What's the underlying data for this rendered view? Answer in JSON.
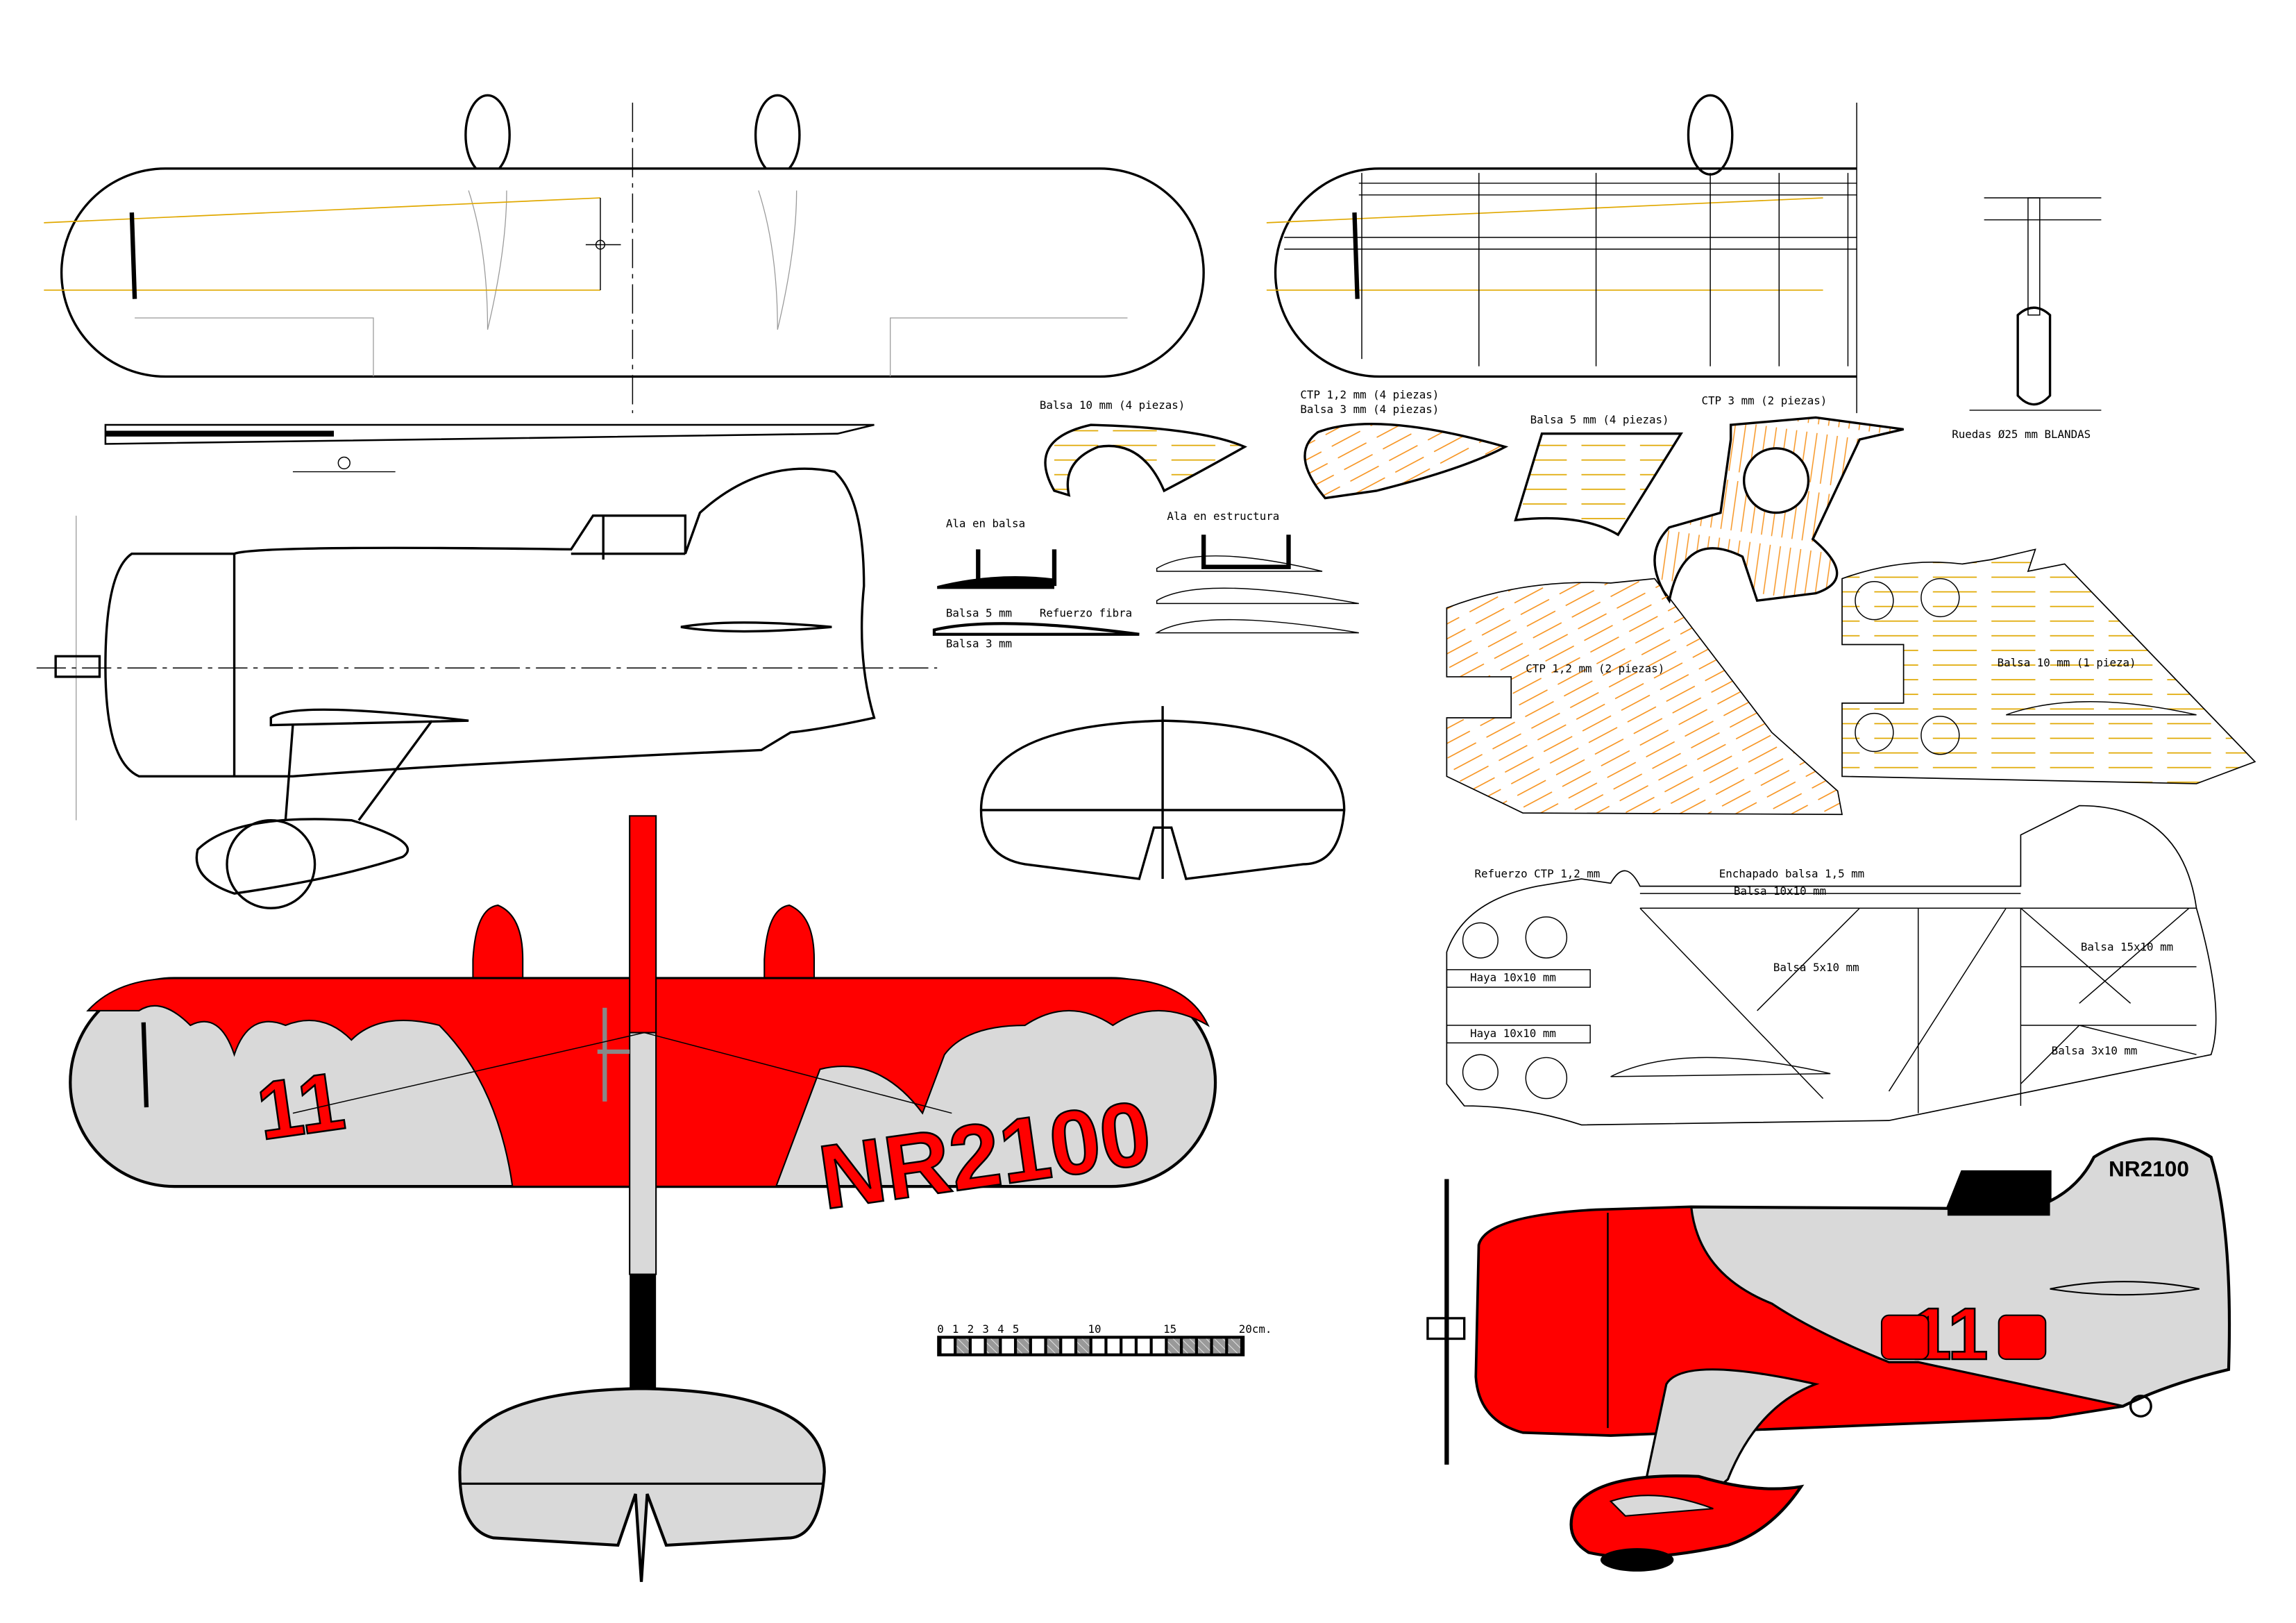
{
  "labels": {
    "balsa_10_4": "Balsa 10 mm (4 piezas)",
    "ctp_12_4": "CTP 1,2 mm (4 piezas)",
    "balsa_3_4": "Balsa 3 mm (4 piezas)",
    "balsa_5_4": "Balsa 5 mm (4 piezas)",
    "ctp_3_2": "CTP 3 mm (2 piezas)",
    "ruedas": "Ruedas Ø25 mm BLANDAS",
    "ala_balsa": "Ala en balsa",
    "ala_estructura": "Ala en estructura",
    "balsa_5": "Balsa 5 mm",
    "refuerzo_fibra": "Refuerzo fibra",
    "balsa_3": "Balsa 3 mm",
    "ctp_12_2": "CTP 1,2 mm (2 piezas)",
    "balsa_10_1": "Balsa 10 mm (1 pieza)",
    "refuerzo_ctp": "Refuerzo CTP 1,2 mm",
    "enchapado": "Enchapado balsa 1,5 mm",
    "balsa_10x10": "Balsa 10x10 mm",
    "haya_1": "Haya 10x10 mm",
    "haya_2": "Haya 10x10 mm",
    "balsa_5x10": "Balsa 5x10 mm",
    "balsa_15x10": "Balsa 15x10 mm",
    "balsa_3x10": "Balsa 3x10 mm"
  },
  "markings": {
    "race_number": "11",
    "registration": "NR2100",
    "tail_registration": "NR2100"
  },
  "scale": {
    "ticks": [
      "0",
      "1",
      "2",
      "3",
      "4",
      "5",
      "10",
      "15",
      "20cm."
    ]
  },
  "colors": {
    "red": "#ff0000",
    "grey": "#d9d9d9",
    "wood_orange": "#f7931e",
    "wood_gold": "#e0a800"
  }
}
